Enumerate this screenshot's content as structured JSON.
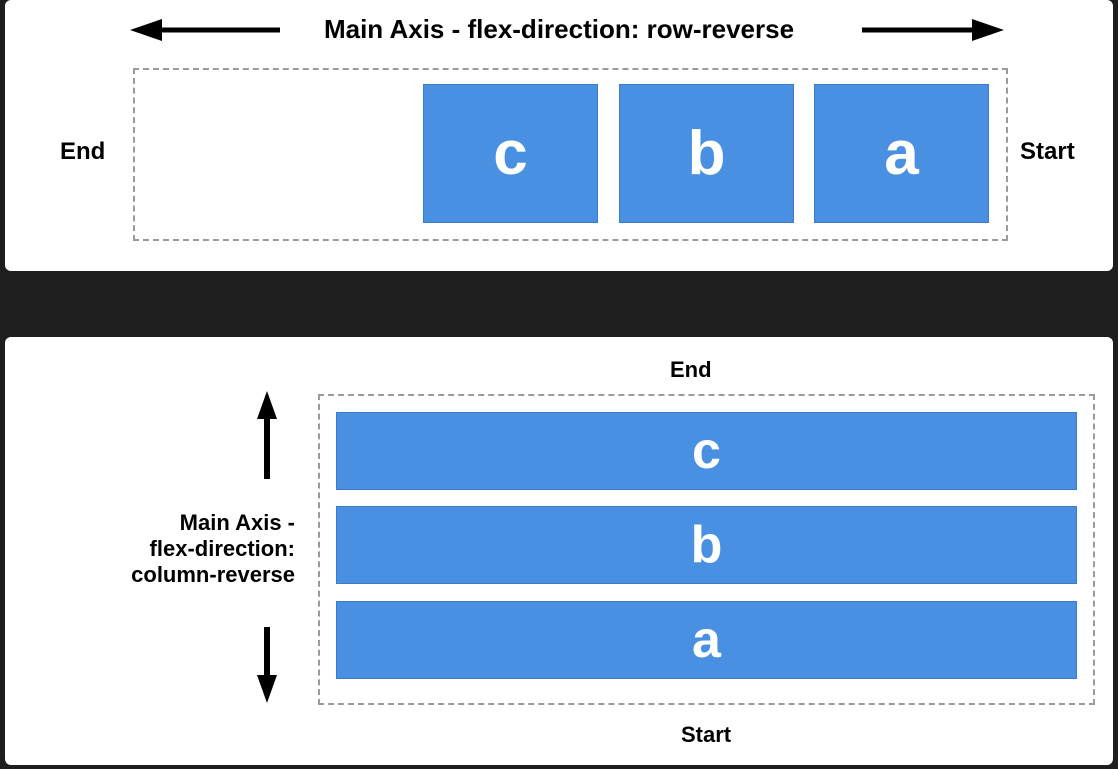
{
  "row_panel": {
    "title": "Main Axis - flex-direction: row-reverse",
    "end_label": "End",
    "start_label": "Start",
    "items": [
      "c",
      "b",
      "a"
    ]
  },
  "column_panel": {
    "axis_label_lines": [
      "Main Axis -",
      "flex-direction:",
      "column-reverse"
    ],
    "end_label": "End",
    "start_label": "Start",
    "items": [
      "c",
      "b",
      "a"
    ]
  },
  "colors": {
    "background": "#1e1e1e",
    "panel": "#ffffff",
    "item_fill": "#4a90e2",
    "item_text": "#ffffff",
    "dashed_border": "#9a9a9a"
  },
  "icons": [
    "arrow-left-icon",
    "arrow-right-icon",
    "arrow-up-icon",
    "arrow-down-icon"
  ]
}
